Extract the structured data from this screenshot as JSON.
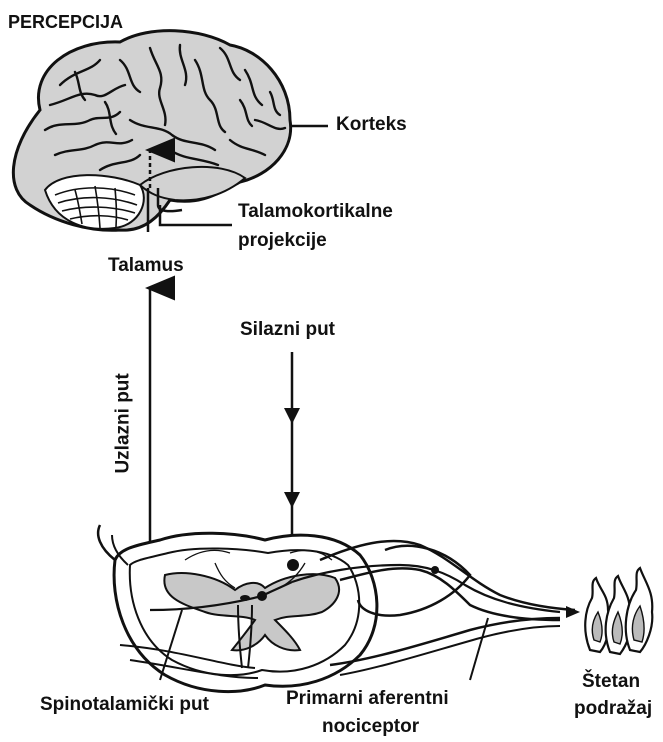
{
  "labels": {
    "perception": "PERCEPCIJA",
    "cortex": "Korteks",
    "thalamocortical_line1": "Talamokortikalne",
    "thalamocortical_line2": "projekcije",
    "thalamus": "Talamus",
    "descending": "Silazni put",
    "ascending": "Uzlazni put",
    "spinothalamic": "Spinotalamički put",
    "primary_afferent_line1": "Primarni aferentni",
    "primary_afferent_line2": "nociceptor",
    "stimulus_line1": "Štetan",
    "stimulus_line2": "podražaj"
  },
  "colors": {
    "ink": "#111111",
    "gray_matter": "#c8c8c8",
    "brain_fill": "#d2d2d2",
    "background": "#ffffff"
  },
  "icons": {
    "brain": "brain-illustration",
    "spinal_cord": "spinal-cord-cross-section",
    "stimulus": "flame-stimulus-icon"
  }
}
